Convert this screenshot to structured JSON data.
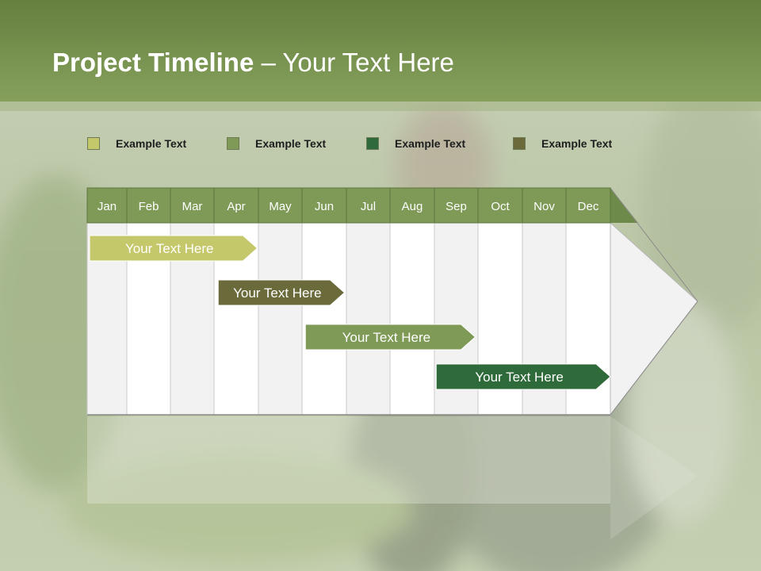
{
  "slide": {
    "title_bold": "Project Timeline",
    "title_rest": " – Your Text Here"
  },
  "legend": [
    {
      "label": "Example Text",
      "color": "#c5c86a"
    },
    {
      "label": "Example Text",
      "color": "#7e9a56"
    },
    {
      "label": "Example Text",
      "color": "#2f6a3a"
    },
    {
      "label": "Example Text",
      "color": "#6a6a3a"
    }
  ],
  "months": [
    "Jan",
    "Feb",
    "Mar",
    "Apr",
    "May",
    "Jun",
    "Jul",
    "Aug",
    "Sep",
    "Oct",
    "Nov",
    "Dec"
  ],
  "tasks": [
    {
      "label": "Your  Text Here",
      "start": 0.0,
      "end": 3.9,
      "color": "#c5c86a"
    },
    {
      "label": "Your  Text Here",
      "start": 2.95,
      "end": 5.9,
      "color": "#6a6a3a"
    },
    {
      "label": "Your  Text Here",
      "start": 4.95,
      "end": 8.9,
      "color": "#7e9a56"
    },
    {
      "label": "Your  Text Here",
      "start": 7.95,
      "end": 12.0,
      "color": "#2f6a3a"
    }
  ],
  "colors": {
    "header": "#7e9a56",
    "header_dark": "#6e8a4a"
  }
}
